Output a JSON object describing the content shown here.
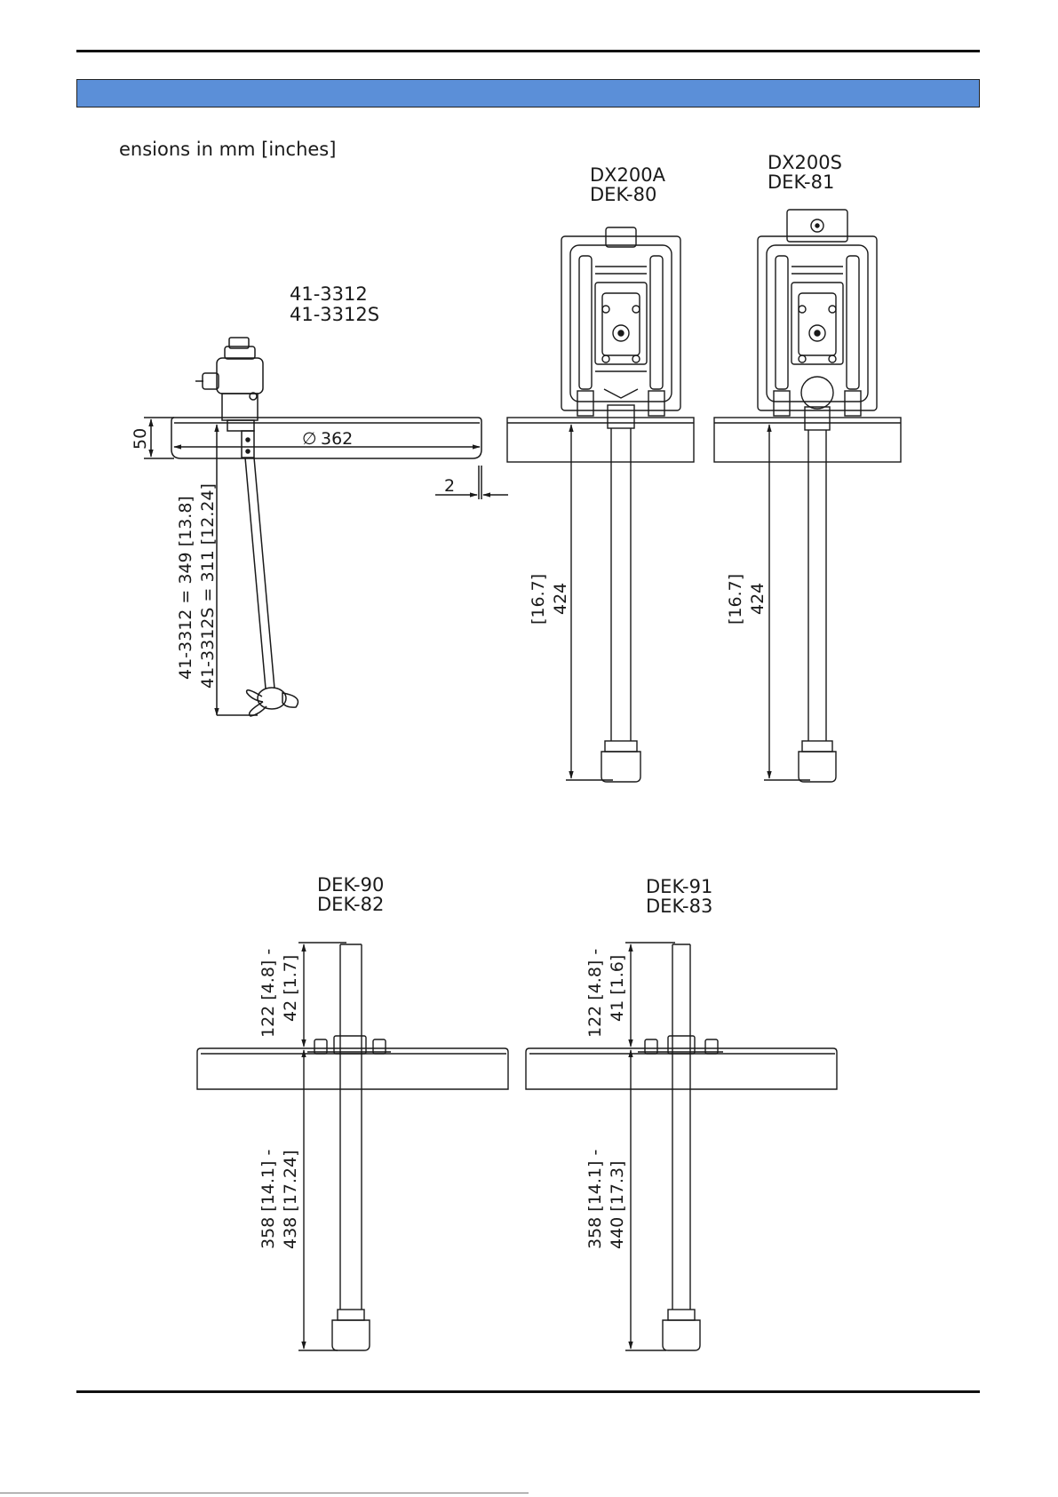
{
  "page": {
    "section_title": "",
    "units_note": "ensions in mm [inches]"
  },
  "mixer": {
    "model_line1": "41-3312",
    "model_line2": "41-3312S",
    "diameter": "362",
    "height": "50",
    "gap": "2",
    "shaft_length_line1": "41-3312 = 349 [13.8]",
    "shaft_length_line2": "41-3312S = 311 [12.24]"
  },
  "dx200a": {
    "model_line1": "DX200A",
    "model_line2": "DEK-80",
    "shaft_length_inch": "[16.7]",
    "shaft_length_mm": "424"
  },
  "dx200s": {
    "model_line1": "DX200S",
    "model_line2": "DEK-81",
    "shaft_length_inch": "[16.7]",
    "shaft_length_mm": "424"
  },
  "dek90": {
    "model_line1": "DEK-90",
    "model_line2": "DEK-82",
    "top_range_line1": "122 [4.8] -",
    "top_range_line2": "42 [1.7]",
    "bottom_range_line1": "358 [14.1] -",
    "bottom_range_line2": "438 [17.24]"
  },
  "dek91": {
    "model_line1": "DEK-91",
    "model_line2": "DEK-83",
    "top_range_line1": "122 [4.8] -",
    "top_range_line2": "41 [1.6]",
    "bottom_range_line1": "358 [14.1] -",
    "bottom_range_line2": "440 [17.3]"
  },
  "colors": {
    "banner": "#5b8fd8",
    "line": "#1a1a1a"
  },
  "symbols": {
    "diameter": "∅"
  }
}
